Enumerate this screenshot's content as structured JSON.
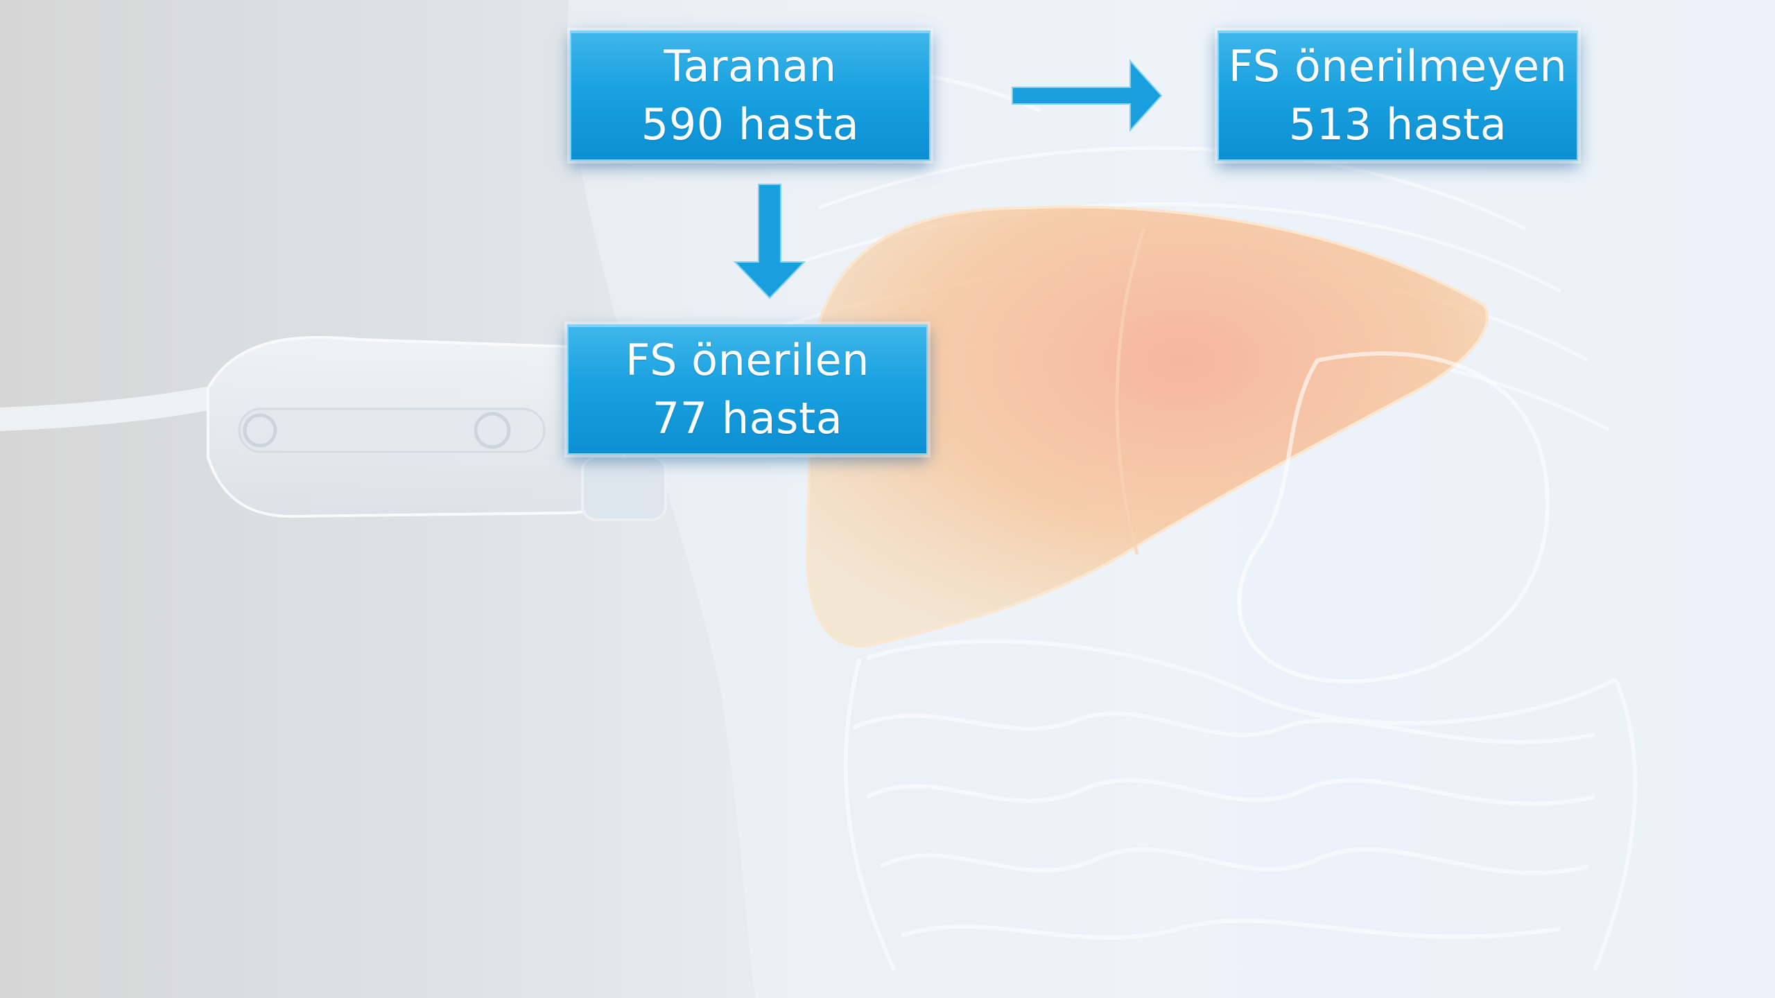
{
  "nodes": {
    "screened": {
      "title": "Taranan",
      "count": "590 hasta"
    },
    "not_recommended": {
      "title": "FS önerilmeyen",
      "count": "513 hasta"
    },
    "recommended": {
      "title": "FS önerilen",
      "count": "77 hasta"
    }
  },
  "colors": {
    "box_fill": "#1aa2e1",
    "arrow_fill": "#1a9fde",
    "text": "#ffffff"
  }
}
